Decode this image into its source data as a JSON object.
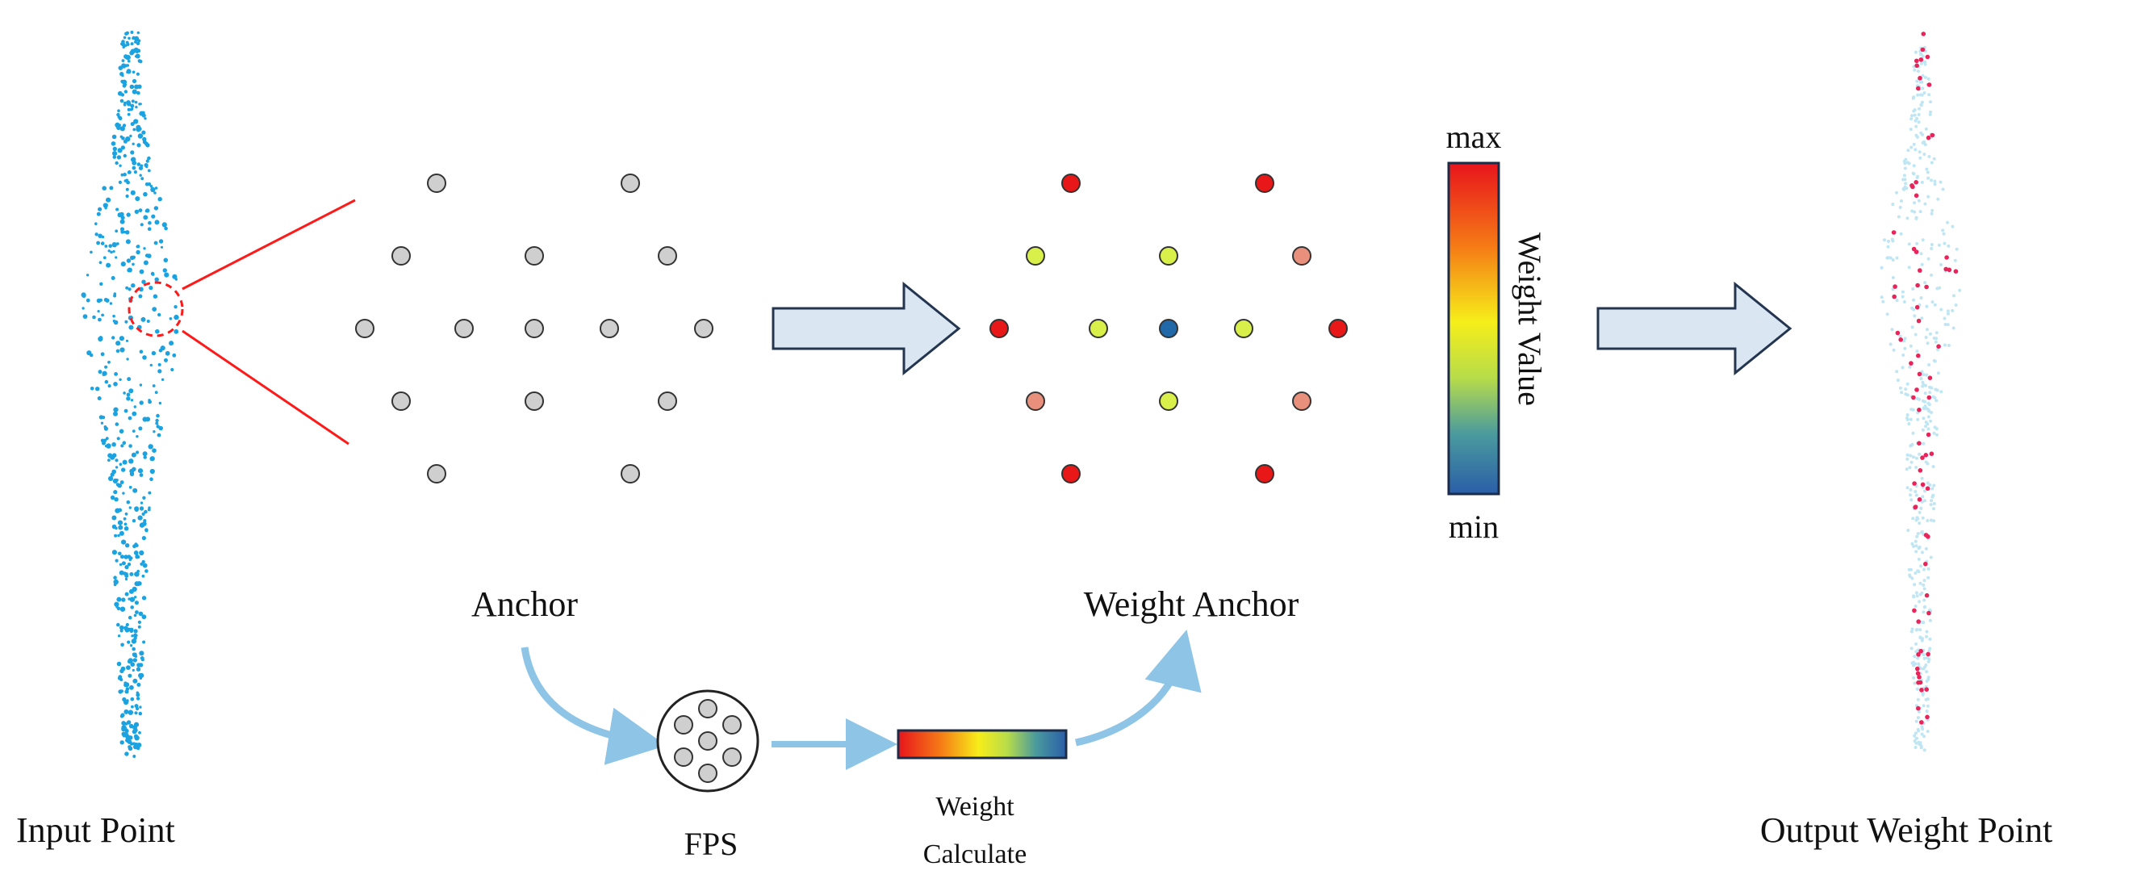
{
  "labels": {
    "input_point": "Input Point",
    "anchor": "Anchor",
    "weight_anchor": "Weight Anchor",
    "fps": "FPS",
    "weight_calculate_line1": "Weight",
    "weight_calculate_line2": "Calculate",
    "output_weight_point": "Output Weight  Point",
    "colorbar_max": "max",
    "colorbar_min": "min",
    "colorbar_title": "Weight Value"
  },
  "colors": {
    "input_points": "#1aa3e0",
    "output_points_faint": "#bfe6f2",
    "output_points_weighted": "#e8245a",
    "zoom_lines": "#ff1a1a",
    "anchor_fill": "#cfcfcf",
    "anchor_stroke": "#333333",
    "arrow_fill": "#dbe6f3",
    "arrow_stroke": "#24354f",
    "flow_arrow": "#8ec4e6",
    "colorbar_stops": [
      "#e8141c",
      "#f57a16",
      "#f6ee1a",
      "#b7dc4a",
      "#4a9a9e",
      "#2a5ea8"
    ],
    "weight_red": "#e81818",
    "weight_salmon": "#e8907c",
    "weight_yellow_green": "#d9ef4a",
    "weight_blue": "#2068a8"
  },
  "weight_anchor_levels": [
    {
      "name": "outer",
      "weight": "max",
      "color": "weight_red"
    },
    {
      "name": "second",
      "weight": "high",
      "color": "weight_salmon"
    },
    {
      "name": "third",
      "weight": "mid",
      "color": "weight_yellow_green"
    },
    {
      "name": "center",
      "weight": "min",
      "color": "weight_blue"
    }
  ]
}
